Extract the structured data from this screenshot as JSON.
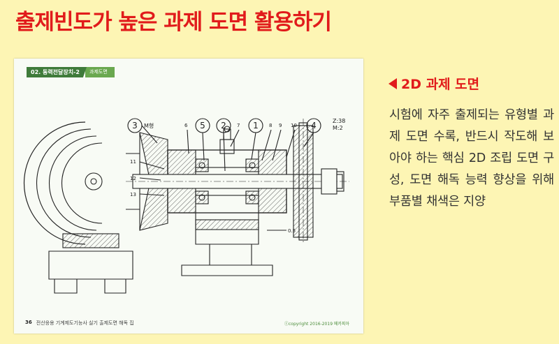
{
  "headline": "출제빈도가 높은 과제 도면 활용하기",
  "page": {
    "section_label": "02. 동력전달장치-2",
    "section_tag": "과제도면",
    "page_number": "36",
    "footer_book": "전산응용 기계제도기능사 실기 출제도면 해독 집",
    "footer_copyright": "ⓒcopyright 2016-2019 메카피아"
  },
  "drawing": {
    "callouts": [
      "3",
      "5",
      "2",
      "1",
      "4"
    ],
    "callout_captions": {
      "mark3": "M형",
      "mark4": "Z:38\nM:2"
    },
    "leader_numbers": [
      "6",
      "7",
      "8",
      "9",
      "10",
      "11",
      "12",
      "13"
    ],
    "dimension": "0.5"
  },
  "side": {
    "title": "2D 과제 도면",
    "description": "시험에 자주 출제되는 유형별 과제 도면 수록, 반드시 작도해 보아야 하는 핵심 2D 조립 도면 구성, 도면 해독 능력 향상을 위해 부품별 채색은 지양"
  },
  "colors": {
    "accent_red": "#e11b1b",
    "ribbon_green": "#3f7b3a",
    "background": "#fdf5b4"
  }
}
